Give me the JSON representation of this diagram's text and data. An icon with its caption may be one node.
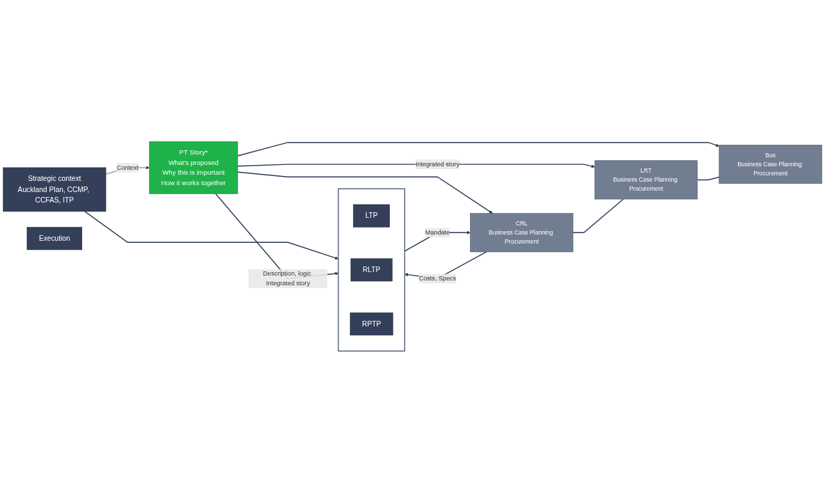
{
  "diagram": {
    "nodes": [
      {
        "text": [
          "Strategic context",
          "Auckland Plan, CCMP, CCFAS, ITP"
        ]
      },
      {
        "text": [],
        "shape": "box"
      },
      {
        "text": [
          "LTP"
        ],
        "in": 1
      },
      {
        "text": [
          "RLTP"
        ],
        "in": 1
      },
      {
        "text": [
          "RPTP"
        ],
        "in": 1
      },
      {
        "text": [
          "PT Story*",
          "What's proposed",
          "Why this is important",
          "How it works together"
        ]
      },
      {
        "text": [
          "CRL",
          "Business Case Planning Procurement"
        ]
      },
      {
        "text": [
          "LRT",
          "Business Case Planning Procurement"
        ]
      },
      {
        "text": [
          "Bus",
          "Business Case Planning Procurement"
        ]
      },
      {
        "text": [
          "Execution"
        ]
      }
    ],
    "edges": [
      {
        "from": 0,
        "to": 1,
        "arrow": "to"
      },
      {
        "from": 0,
        "to": 5,
        "arrow": "to",
        "label": "Context",
        "style": "dashed"
      },
      {
        "from": 5,
        "to": 1,
        "arrow": "to",
        "label": "Description, logic Integrated story"
      },
      {
        "from": 5,
        "to": 6,
        "arrow": "to"
      },
      {
        "from": 5,
        "to": 7,
        "arrow": "to",
        "label": "Integrated story"
      },
      {
        "from": 5,
        "to": 8,
        "arrow": "to"
      },
      {
        "from": 6,
        "to": 1,
        "arrow": "to",
        "label": "Costs, Specs"
      },
      {
        "from": 1,
        "to": 6,
        "arrow": "to",
        "label": "Mandate"
      },
      {
        "from": 6,
        "to": 7,
        "arrow": "none"
      },
      {
        "from": 7,
        "to": 8,
        "arrow": "none"
      }
    ]
  }
}
